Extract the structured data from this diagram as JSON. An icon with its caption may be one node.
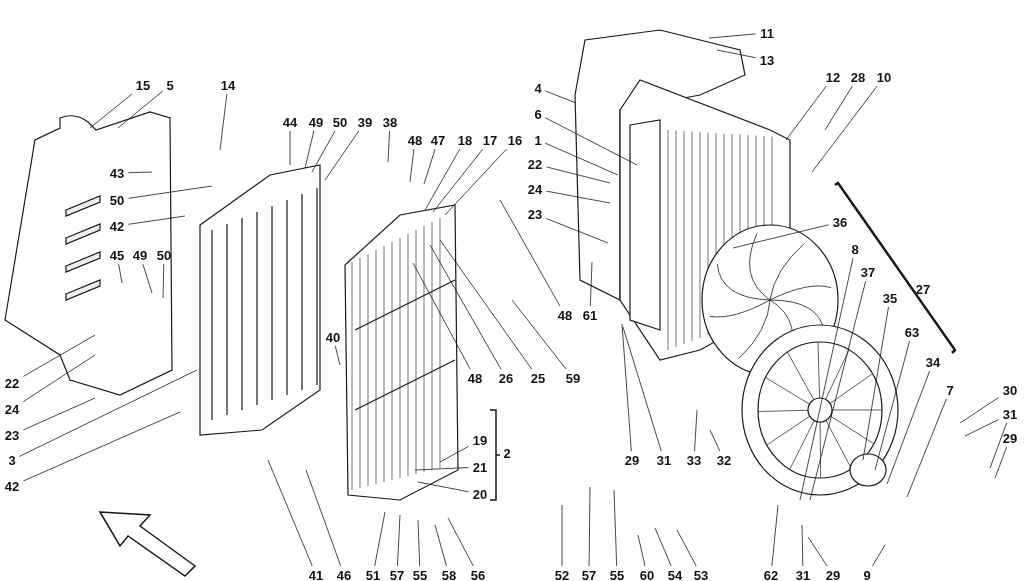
{
  "diagram": {
    "nodes": [
      {
        "text": [
          "15"
        ]
      },
      {
        "text": [
          "5"
        ]
      },
      {
        "text": [
          "14"
        ]
      },
      {
        "text": [
          "43"
        ]
      },
      {
        "text": [
          "50"
        ]
      },
      {
        "text": [
          "42"
        ]
      },
      {
        "text": [
          "45"
        ]
      },
      {
        "text": [
          "49"
        ]
      },
      {
        "text": [
          "50"
        ]
      },
      {
        "text": [
          "22"
        ]
      },
      {
        "text": [
          "24"
        ]
      },
      {
        "text": [
          "23"
        ]
      },
      {
        "text": [
          "3"
        ]
      },
      {
        "text": [
          "42"
        ]
      },
      {
        "text": [
          "44"
        ]
      },
      {
        "text": [
          "49"
        ]
      },
      {
        "text": [
          "50"
        ]
      },
      {
        "text": [
          "39"
        ]
      },
      {
        "text": [
          "38"
        ]
      },
      {
        "text": [
          "48"
        ]
      },
      {
        "text": [
          "47"
        ]
      },
      {
        "text": [
          "18"
        ]
      },
      {
        "text": [
          "17"
        ]
      },
      {
        "text": [
          "16"
        ]
      },
      {
        "text": [
          "48"
        ]
      },
      {
        "text": [
          "40"
        ]
      },
      {
        "text": [
          "48"
        ]
      },
      {
        "text": [
          "26"
        ]
      },
      {
        "text": [
          "25"
        ]
      },
      {
        "text": [
          "59"
        ]
      },
      {
        "text": [
          "19"
        ]
      },
      {
        "text": [
          "21"
        ]
      },
      {
        "text": [
          "20"
        ]
      },
      {
        "text": [
          "41"
        ]
      },
      {
        "text": [
          "46"
        ]
      },
      {
        "text": [
          "51"
        ]
      },
      {
        "text": [
          "57"
        ]
      },
      {
        "text": [
          "55"
        ]
      },
      {
        "text": [
          "58"
        ]
      },
      {
        "text": [
          "56"
        ]
      },
      {
        "text": [
          "4"
        ]
      },
      {
        "text": [
          "6"
        ]
      },
      {
        "text": [
          "1"
        ]
      },
      {
        "text": [
          "22"
        ]
      },
      {
        "text": [
          "24"
        ]
      },
      {
        "text": [
          "23"
        ]
      },
      {
        "text": [
          "61"
        ]
      },
      {
        "text": [
          "11"
        ]
      },
      {
        "text": [
          "13"
        ]
      },
      {
        "text": [
          "12"
        ]
      },
      {
        "text": [
          "28"
        ]
      },
      {
        "text": [
          "10"
        ]
      },
      {
        "text": [
          "36"
        ]
      },
      {
        "text": [
          "8"
        ]
      },
      {
        "text": [
          "37"
        ]
      },
      {
        "text": [
          "35"
        ]
      },
      {
        "text": [
          "63"
        ]
      },
      {
        "text": [
          "34"
        ]
      },
      {
        "text": [
          "7"
        ]
      },
      {
        "text": [
          "30"
        ]
      },
      {
        "text": [
          "31"
        ]
      },
      {
        "text": [
          "29"
        ]
      },
      {
        "text": [
          "29"
        ]
      },
      {
        "text": [
          "31"
        ]
      },
      {
        "text": [
          "33"
        ]
      },
      {
        "text": [
          "32"
        ]
      },
      {
        "text": [
          "52"
        ]
      },
      {
        "text": [
          "57"
        ]
      },
      {
        "text": [
          "55"
        ]
      },
      {
        "text": [
          "60"
        ]
      },
      {
        "text": [
          "54"
        ]
      },
      {
        "text": [
          "53"
        ]
      },
      {
        "text": [
          "62"
        ]
      },
      {
        "text": [
          "31"
        ]
      },
      {
        "text": [
          "29"
        ]
      },
      {
        "text": [
          "9"
        ]
      }
    ],
    "edges": [
      {
        "from": 0,
        "to": null,
        "arrow": "none"
      },
      {
        "from": 1,
        "to": null,
        "arrow": "none"
      },
      {
        "from": 2,
        "to": null,
        "arrow": "none"
      },
      {
        "from": 3,
        "to": null,
        "arrow": "none"
      },
      {
        "from": 4,
        "to": null,
        "arrow": "none"
      },
      {
        "from": 5,
        "to": null,
        "arrow": "none"
      },
      {
        "from": 6,
        "to": null,
        "arrow": "none"
      },
      {
        "from": 7,
        "to": null,
        "arrow": "none"
      },
      {
        "from": 8,
        "to": null,
        "arrow": "none"
      },
      {
        "from": 9,
        "to": null,
        "arrow": "none"
      },
      {
        "from": 10,
        "to": null,
        "arrow": "none"
      },
      {
        "from": 11,
        "to": null,
        "arrow": "none"
      },
      {
        "from": 12,
        "to": null,
        "arrow": "none"
      },
      {
        "from": 13,
        "to": null,
        "arrow": "none"
      },
      {
        "from": 14,
        "to": null,
        "arrow": "none"
      },
      {
        "from": 15,
        "to": null,
        "arrow": "none"
      },
      {
        "from": 16,
        "to": null,
        "arrow": "none"
      },
      {
        "from": 17,
        "to": null,
        "arrow": "none"
      },
      {
        "from": 18,
        "to": null,
        "arrow": "none"
      },
      {
        "from": 19,
        "to": null,
        "arrow": "none"
      },
      {
        "from": 20,
        "to": null,
        "arrow": "none"
      },
      {
        "from": 21,
        "to": null,
        "arrow": "none"
      },
      {
        "from": 22,
        "to": null,
        "arrow": "none"
      },
      {
        "from": 23,
        "to": null,
        "arrow": "none"
      },
      {
        "from": 24,
        "to": null,
        "arrow": "none"
      },
      {
        "from": 25,
        "to": null,
        "arrow": "none"
      },
      {
        "from": 26,
        "to": null,
        "arrow": "none"
      },
      {
        "from": 27,
        "to": null,
        "arrow": "none"
      },
      {
        "from": 28,
        "to": null,
        "arrow": "none"
      },
      {
        "from": 29,
        "to": null,
        "arrow": "none"
      },
      {
        "from": 30,
        "to": null,
        "arrow": "none"
      },
      {
        "from": 31,
        "to": null,
        "arrow": "none"
      },
      {
        "from": 32,
        "to": null,
        "arrow": "none"
      },
      {
        "from": 33,
        "to": null,
        "arrow": "none"
      },
      {
        "from": 34,
        "to": null,
        "arrow": "none"
      },
      {
        "from": 35,
        "to": null,
        "arrow": "none"
      },
      {
        "from": 36,
        "to": null,
        "arrow": "none"
      },
      {
        "from": 37,
        "to": null,
        "arrow": "none"
      },
      {
        "from": 38,
        "to": null,
        "arrow": "none"
      },
      {
        "from": 39,
        "to": null,
        "arrow": "none"
      },
      {
        "from": 40,
        "to": null,
        "arrow": "none"
      },
      {
        "from": 41,
        "to": null,
        "arrow": "none"
      },
      {
        "from": 42,
        "to": null,
        "arrow": "none"
      },
      {
        "from": 43,
        "to": null,
        "arrow": "none"
      },
      {
        "from": 44,
        "to": null,
        "arrow": "none"
      },
      {
        "from": 45,
        "to": null,
        "arrow": "none"
      },
      {
        "from": 46,
        "to": null,
        "arrow": "none"
      },
      {
        "from": 47,
        "to": null,
        "arrow": "none"
      },
      {
        "from": 48,
        "to": null,
        "arrow": "none"
      },
      {
        "from": 49,
        "to": null,
        "arrow": "none"
      },
      {
        "from": 50,
        "to": null,
        "arrow": "none"
      },
      {
        "from": 51,
        "to": null,
        "arrow": "none"
      },
      {
        "from": 52,
        "to": null,
        "arrow": "none"
      },
      {
        "from": 53,
        "to": null,
        "arrow": "none"
      },
      {
        "from": 54,
        "to": null,
        "arrow": "none"
      },
      {
        "from": 55,
        "to": null,
        "arrow": "none"
      },
      {
        "from": 56,
        "to": null,
        "arrow": "none"
      },
      {
        "from": 57,
        "to": null,
        "arrow": "none"
      },
      {
        "from": 58,
        "to": null,
        "arrow": "none"
      },
      {
        "from": 59,
        "to": null,
        "arrow": "none"
      },
      {
        "from": 60,
        "to": null,
        "arrow": "none"
      },
      {
        "from": 61,
        "to": null,
        "arrow": "none"
      },
      {
        "from": 62,
        "to": null,
        "arrow": "none"
      },
      {
        "from": 63,
        "to": null,
        "arrow": "none"
      },
      {
        "from": 64,
        "to": null,
        "arrow": "none"
      },
      {
        "from": 65,
        "to": null,
        "arrow": "none"
      },
      {
        "from": 66,
        "to": null,
        "arrow": "none"
      },
      {
        "from": 67,
        "to": null,
        "arrow": "none"
      },
      {
        "from": 68,
        "to": null,
        "arrow": "none"
      },
      {
        "from": 69,
        "to": null,
        "arrow": "none"
      },
      {
        "from": 70,
        "to": null,
        "arrow": "none"
      },
      {
        "from": 71,
        "to": null,
        "arrow": "none"
      },
      {
        "from": 72,
        "to": null,
        "arrow": "none"
      },
      {
        "from": 73,
        "to": null,
        "arrow": "none"
      },
      {
        "from": 74,
        "to": null,
        "arrow": "none"
      },
      {
        "from": 75,
        "to": null,
        "arrow": "none"
      },
      {
        "from": 60,
        "to": null,
        "arrow": "none"
      }
    ],
    "labels": [
      "2",
      "27"
    ]
  }
}
